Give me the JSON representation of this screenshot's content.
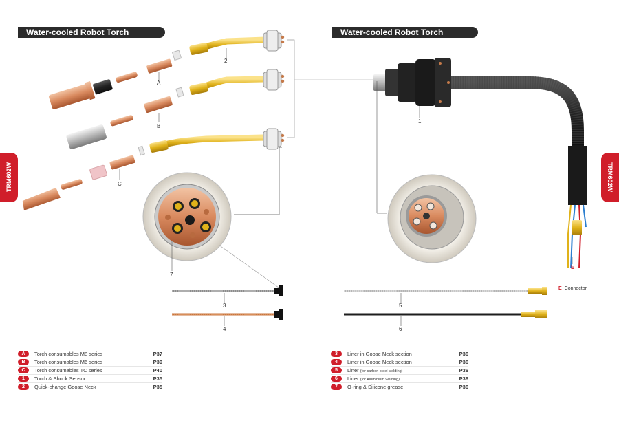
{
  "headers": {
    "left": "Water-cooled Robot Torch",
    "right": "Water-cooled Robot Torch"
  },
  "side_tabs": {
    "left": "TRM602W",
    "right": "TRM602W"
  },
  "callouts": {
    "a": "A",
    "b": "B",
    "c": "C",
    "n1": "1",
    "n2": "2",
    "n3": "3",
    "n4": "4",
    "n5": "5",
    "n6": "6",
    "n7": "7",
    "e": "E"
  },
  "connector_note": {
    "letter": "E",
    "label": "Connector"
  },
  "legend_left": [
    {
      "key": "A",
      "label": "Torch consumables M8 series",
      "page": "P37"
    },
    {
      "key": "B",
      "label": "Torch consumables M6 series",
      "page": "P39"
    },
    {
      "key": "C",
      "label": "Torch consumables TC series",
      "page": "P40"
    },
    {
      "key": "1",
      "label": "Torch & Shock Sensor",
      "page": "P35"
    },
    {
      "key": "2",
      "label": "Quick-change Goose Neck",
      "page": "P35"
    }
  ],
  "legend_right": [
    {
      "key": "3",
      "label": "Liner in Goose Neck section",
      "note": "",
      "page": "P36"
    },
    {
      "key": "4",
      "label": "Liner in Goose Neck section",
      "note": "",
      "page": "P36"
    },
    {
      "key": "5",
      "label": "Liner ",
      "note": "(for carbon steel welding)",
      "page": "P36"
    },
    {
      "key": "6",
      "label": "Liner ",
      "note": "(for Aluminium welding)",
      "page": "P36"
    },
    {
      "key": "7",
      "label": "O-ring & Silicone grease",
      "note": "",
      "page": "P36"
    }
  ],
  "colors": {
    "brand_red": "#d01e2a",
    "header_dark": "#2b2b2b",
    "copper": "#d98a5f",
    "brass": "#e0b21a"
  }
}
